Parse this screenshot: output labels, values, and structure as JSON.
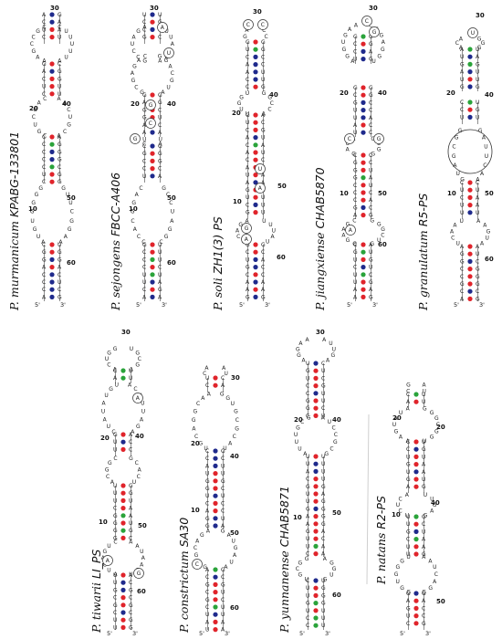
{
  "colors": {
    "gc": "#e0242b",
    "au": "#1f2a8c",
    "gu": "#2aa33a",
    "line": "#444444"
  },
  "end5": "5'",
  "end3": "3'",
  "species": [
    {
      "genus": "P.",
      "epithet": "murmanicum",
      "strain": "KPABG-133801",
      "numbers": [
        "30",
        "20",
        "40",
        "10",
        "50",
        "60"
      ]
    },
    {
      "genus": "P.",
      "epithet": "sejongens",
      "strain": "FBCC-A406",
      "numbers": [
        "30",
        "20",
        "40",
        "10",
        "50",
        "60"
      ]
    },
    {
      "genus": "P.",
      "epithet": "soli",
      "strain": "ZH1(3) PS",
      "numbers": [
        "30",
        "20",
        "40",
        "10",
        "50",
        "60"
      ]
    },
    {
      "genus": "P.",
      "epithet": "jiangxiense",
      "strain": "CHAB5870",
      "numbers": [
        "30",
        "20",
        "40",
        "10",
        "50",
        "60"
      ]
    },
    {
      "genus": "P.",
      "epithet": "granulatum",
      "strain": "R5-PS",
      "numbers": [
        "30",
        "20",
        "40",
        "10",
        "50",
        "60"
      ]
    },
    {
      "genus": "P.",
      "epithet": "tiwarii",
      "strain": "LI_PS",
      "numbers": [
        "30",
        "20",
        "40",
        "10",
        "50",
        "60"
      ]
    },
    {
      "genus": "P.",
      "epithet": "constrictum",
      "strain": "SA30",
      "numbers": [
        "30",
        "20",
        "40",
        "10",
        "50",
        "60"
      ]
    },
    {
      "genus": "P.",
      "epithet": "yunnanense",
      "strain": "CHAB5871",
      "numbers": [
        "30",
        "20",
        "40",
        "10",
        "50",
        "60"
      ]
    },
    {
      "genus": "P.",
      "epithet": "natans",
      "strain": "R2-PS",
      "numbers": [
        "20",
        "20",
        "10",
        "40",
        "50"
      ]
    }
  ]
}
